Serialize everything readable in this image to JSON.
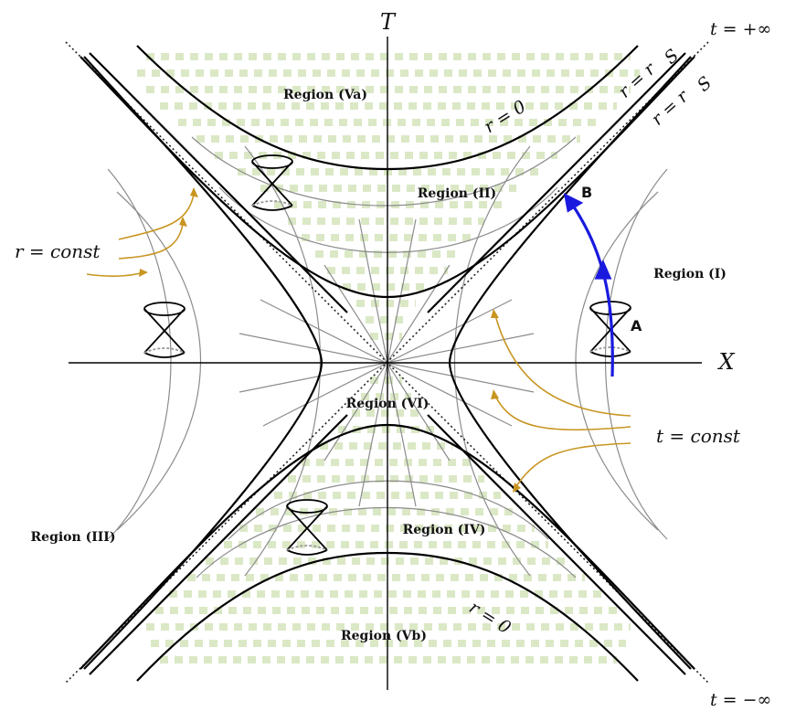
{
  "axes": {
    "horizontal": "X",
    "vertical": "T"
  },
  "time_labels": {
    "top": "t = +∞",
    "bottom": "t = −∞"
  },
  "horizon_labels": {
    "outer": "r = r",
    "inner": "r = r",
    "subscript": "S"
  },
  "singularity_labels": {
    "top": "r = 0",
    "bottom": "r = 0"
  },
  "regions": {
    "va": "Region (Va)",
    "ii": "Region (II)",
    "i": "Region (I)",
    "iii": "Region (III)",
    "iv": "Region (IV)",
    "vi": "Region (VI)",
    "vb": "Region (Vb)"
  },
  "annotations": {
    "r_const": "r = const",
    "t_const": "t = const"
  },
  "points": {
    "a": "A",
    "b": "B"
  },
  "colors": {
    "worldline": "#1a1adf",
    "annotation_arrow": "#c89520",
    "stripe": "#dbe8c6",
    "grid_curve": "#8c8c8c",
    "curve": "#000000"
  },
  "icons": [
    "light-cone-icon"
  ]
}
